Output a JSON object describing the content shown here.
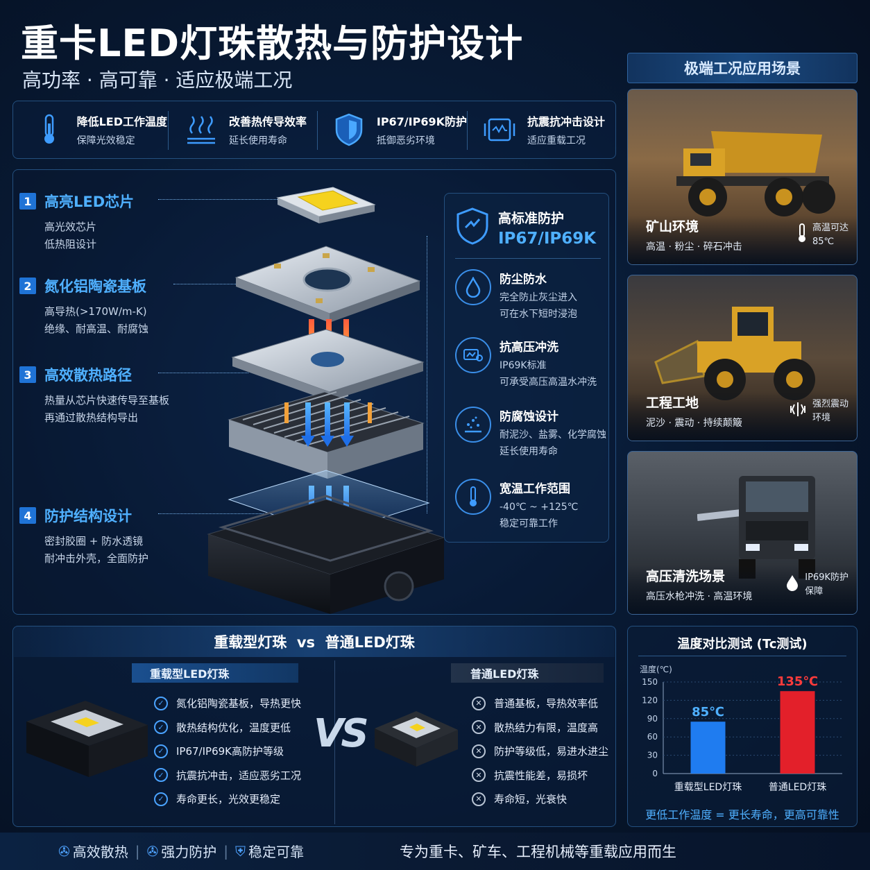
{
  "header": {
    "title": "重卡LED灯珠散热与防护设计",
    "subtitle": "高功率 · 高可靠 · 适应极端工况"
  },
  "features": [
    {
      "icon": "thermometer-icon",
      "title": "降低LED工作温度",
      "desc": "保障光效稳定"
    },
    {
      "icon": "heat-flow-icon",
      "title": "改善热传导效率",
      "desc": "延长使用寿命"
    },
    {
      "icon": "shield-icon",
      "title": "IP67/IP69K防护",
      "desc": "抵御恶劣环境"
    },
    {
      "icon": "shockproof-icon",
      "title": "抗震抗冲击设计",
      "desc": "适应重载工况"
    }
  ],
  "layers": [
    {
      "num": "1",
      "title": "高亮LED芯片",
      "lines": [
        "高光效芯片",
        "低热阻设计"
      ]
    },
    {
      "num": "2",
      "title": "氮化铝陶瓷基板",
      "lines": [
        "高导热(>170W/m-K)",
        "绝缘、耐高温、耐腐蚀"
      ]
    },
    {
      "num": "3",
      "title": "高效散热路径",
      "lines": [
        "热量从芯片快速传导至基板",
        "再通过散热结构导出"
      ]
    },
    {
      "num": "4",
      "title": "防护结构设计",
      "lines": [
        "密封胶圈 + 防水透镜",
        "耐冲击外壳，全面防护"
      ]
    }
  ],
  "protection": {
    "heading1": "高标准防护",
    "heading2": "IP67/IP69K",
    "items": [
      {
        "icon": "water-drop-icon",
        "title": "防尘防水",
        "lines": [
          "完全防止灰尘进入",
          "可在水下短时浸泡"
        ]
      },
      {
        "icon": "spray-wash-icon",
        "title": "抗高压冲洗",
        "lines": [
          "IP69K标准",
          "可承受高压高温水冲洗"
        ]
      },
      {
        "icon": "corrosion-icon",
        "title": "防腐蚀设计",
        "lines": [
          "耐泥沙、盐雾、化学腐蚀",
          "延长使用寿命"
        ]
      },
      {
        "icon": "thermometer-icon",
        "title": "宽温工作范围",
        "lines": [
          "-40℃ ~ +125℃",
          "稳定可靠工作"
        ]
      }
    ]
  },
  "scenes": {
    "heading": "极端工况应用场景",
    "items": [
      {
        "title": "矿山环境",
        "sub": "高温 · 粉尘 · 碎石冲击",
        "note1": "高温可达",
        "note2": "85℃",
        "note_icon": "thermometer-icon"
      },
      {
        "title": "工程工地",
        "sub": "泥沙 · 震动 · 持续颠簸",
        "note1": "强烈震动",
        "note2": "环境",
        "note_icon": "vibration-icon"
      },
      {
        "title": "高压清洗场景",
        "sub": "高压水枪冲洗 · 高温环境",
        "note1": "IP69K防护",
        "note2": "保障",
        "note_icon": "water-drop-icon"
      }
    ]
  },
  "comparison": {
    "heading": "重载型灯珠  vs  普通LED灯珠",
    "left_label": "重载型LED灯珠",
    "right_label": "普通LED灯珠",
    "vs": "VS",
    "pros": [
      "氮化铝陶瓷基板，导热更快",
      "散热结构优化，温度更低",
      "IP67/IP69K高防护等级",
      "抗震抗冲击，适应恶劣工况",
      "寿命更长，光效更稳定"
    ],
    "cons": [
      "普通基板，导热效率低",
      "散热结力有限，温度高",
      "防护等级低，易进水进尘",
      "抗震性能差，易损坏",
      "寿命短，光衰快"
    ]
  },
  "chart_data": {
    "type": "bar",
    "title": "温度对比测试 (Tc测试)",
    "ylabel": "温度(℃)",
    "categories": [
      "重载型LED灯珠",
      "普通LED灯珠"
    ],
    "values": [
      85,
      135
    ],
    "value_labels": [
      "85℃",
      "135℃"
    ],
    "yticks": [
      0,
      30,
      60,
      90,
      120,
      150
    ],
    "ylim": [
      0,
      150
    ],
    "colors": [
      "#1f7cf0",
      "#e3202a"
    ],
    "footnote": "更低工作温度 = 更长寿命，更高可靠性"
  },
  "footer": {
    "tags": [
      "高效散热",
      "强力防护",
      "稳定可靠"
    ],
    "divider": "|",
    "slogan": "专为重卡、矿车、工程机械等重载应用而生"
  }
}
